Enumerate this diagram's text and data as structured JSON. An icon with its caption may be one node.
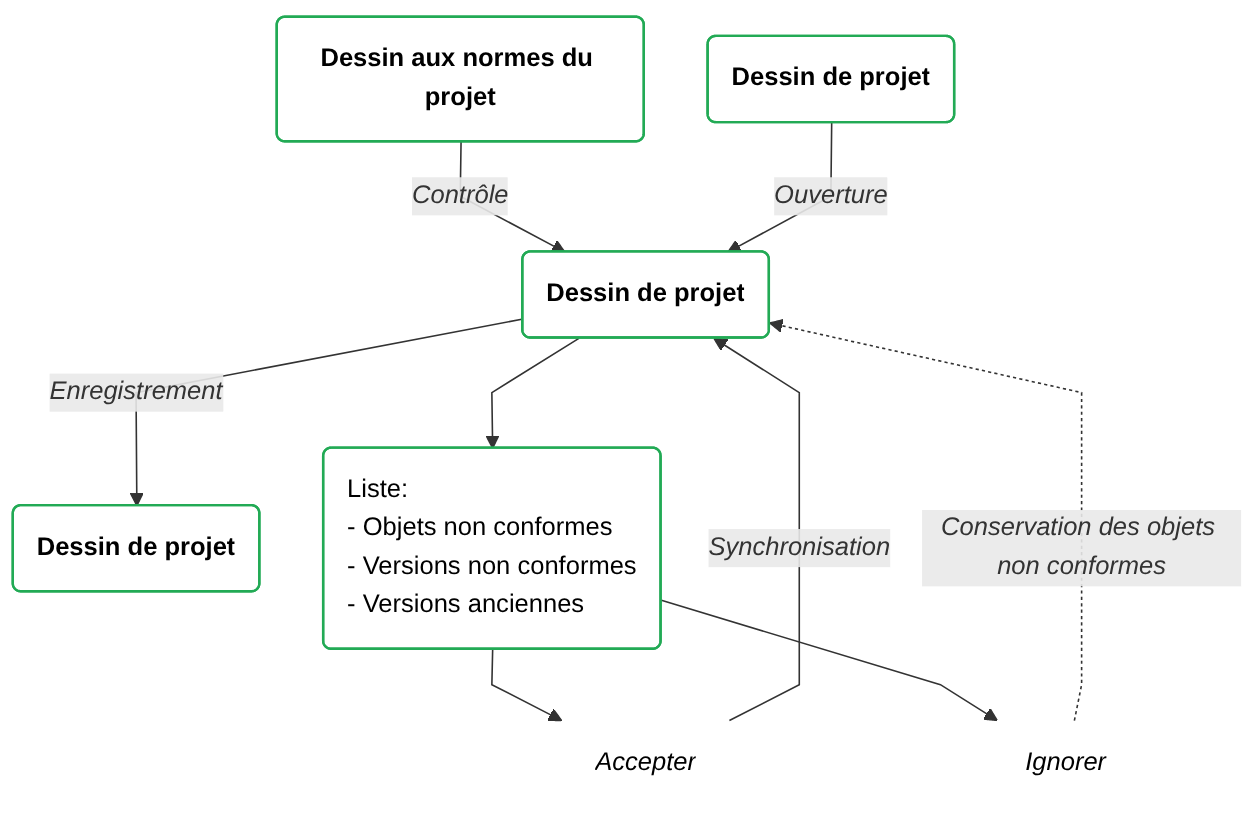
{
  "diagram": {
    "nodes": [
      {
        "text": [
          "Dessin aux normes du projet"
        ]
      },
      {
        "text": [
          "Dessin de projet"
        ]
      },
      {
        "text": [
          "Dessin de projet"
        ]
      },
      {
        "text": [
          "Dessin de projet"
        ]
      },
      {
        "text": [
          "Liste:",
          "- Objets non conformes",
          "- Versions non conformes",
          "- Versions anciennes"
        ]
      },
      {
        "text": [
          "Accepter"
        ]
      },
      {
        "text": [
          "Ignorer"
        ]
      }
    ],
    "edges": [
      {
        "from": 0,
        "to": 2,
        "arrow": "to",
        "label": "Contrôle"
      },
      {
        "from": 1,
        "to": 2,
        "arrow": "to",
        "label": "Ouverture"
      },
      {
        "from": 2,
        "to": 3,
        "arrow": "to",
        "label": "Enregistrement"
      },
      {
        "from": 2,
        "to": 4,
        "arrow": "to"
      },
      {
        "from": 4,
        "to": 5,
        "arrow": "to"
      },
      {
        "from": 4,
        "to": 6,
        "arrow": "to"
      },
      {
        "from": 5,
        "to": 2,
        "arrow": "to",
        "label": "Synchronisation"
      },
      {
        "from": 6,
        "to": 2,
        "arrow": "to",
        "label": "Conservation des objets non conformes",
        "style": "dashed"
      }
    ]
  }
}
